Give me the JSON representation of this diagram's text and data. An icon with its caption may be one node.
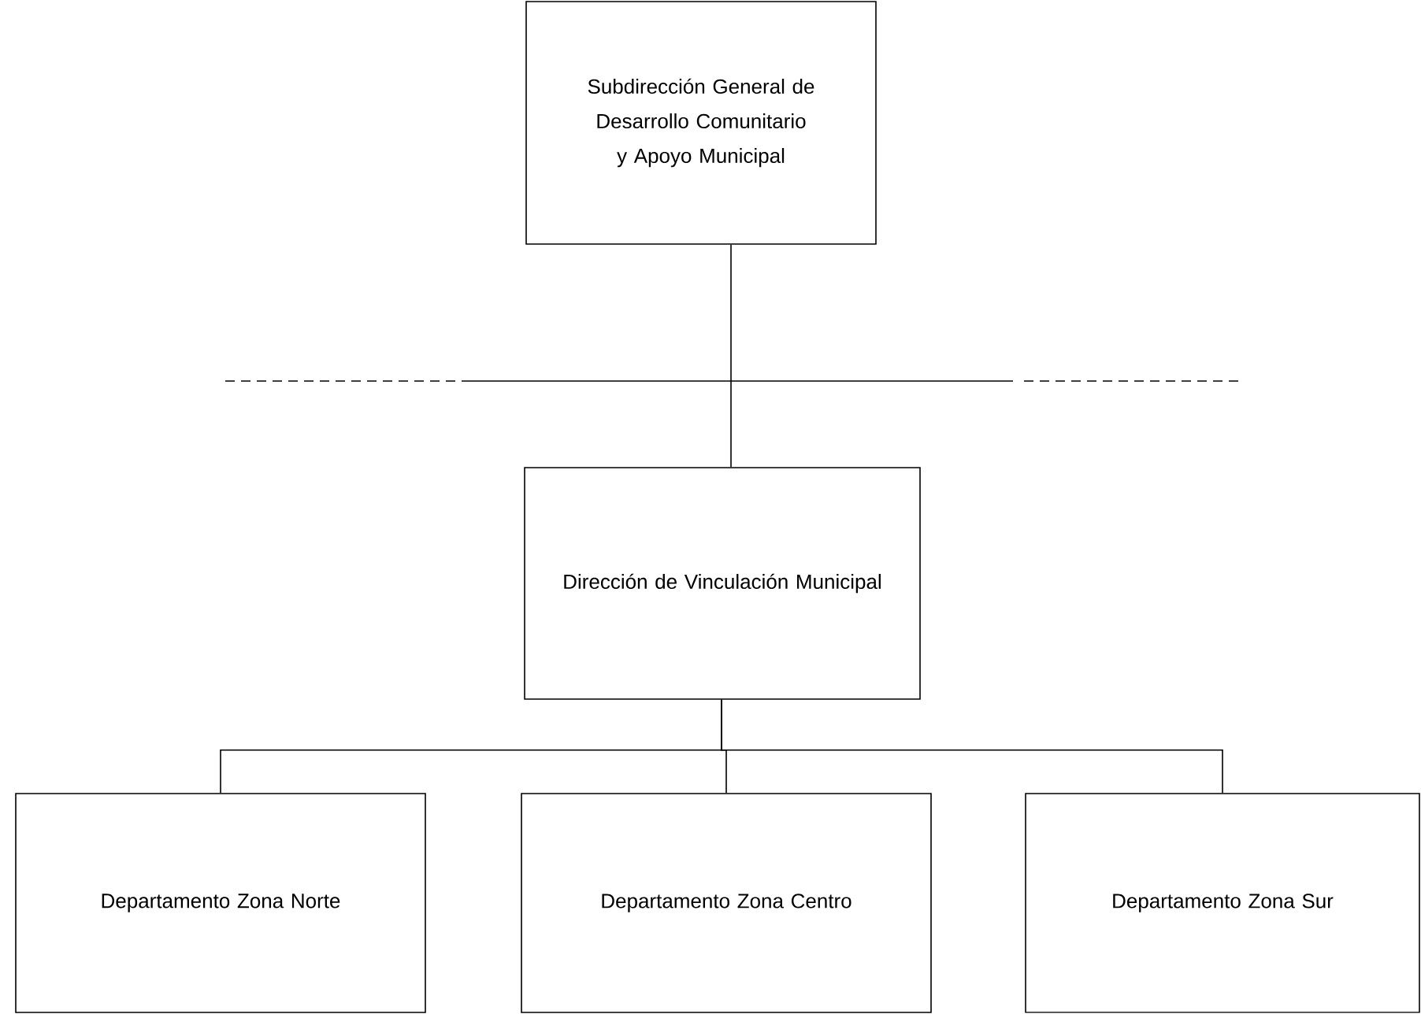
{
  "diagram": {
    "nodes": [
      {
        "text": [
          "Subdirección General de Desarrollo Comunitario y Apoyo Municipal"
        ]
      },
      {
        "text": [
          "Dirección de Vinculación Municipal"
        ]
      },
      {
        "text": [
          "Departamento Zona Norte"
        ]
      },
      {
        "text": [
          "Departamento Zona Centro"
        ]
      },
      {
        "text": [
          "Departamento Zona Sur"
        ]
      }
    ],
    "edges": [
      {
        "from": 0,
        "to": 1,
        "arrow": "none"
      },
      {
        "from": 1,
        "to": 2,
        "arrow": "none"
      },
      {
        "from": 1,
        "to": 3,
        "arrow": "none"
      },
      {
        "from": 1,
        "to": 4,
        "arrow": "none"
      }
    ]
  }
}
